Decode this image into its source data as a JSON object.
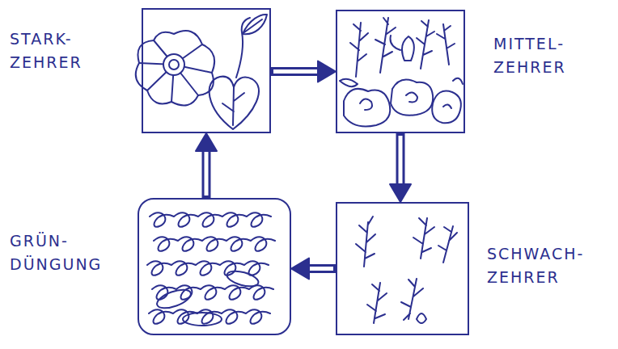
{
  "diagram": {
    "nodes": [
      {
        "text": [
          "STARK- ZEHRER"
        ]
      },
      {
        "text": [
          "MITTEL- ZEHRER"
        ]
      },
      {
        "text": [
          "GRÜN- DÜNGUNG"
        ]
      },
      {
        "text": [
          "SCHWACH- ZEHRER"
        ]
      }
    ],
    "edges": [
      {
        "from": 0,
        "to": 1,
        "arrow": "to"
      },
      {
        "from": 1,
        "to": 3,
        "arrow": "to"
      },
      {
        "from": 3,
        "to": 2,
        "arrow": "to"
      },
      {
        "from": 2,
        "to": 0,
        "arrow": "to"
      }
    ]
  }
}
